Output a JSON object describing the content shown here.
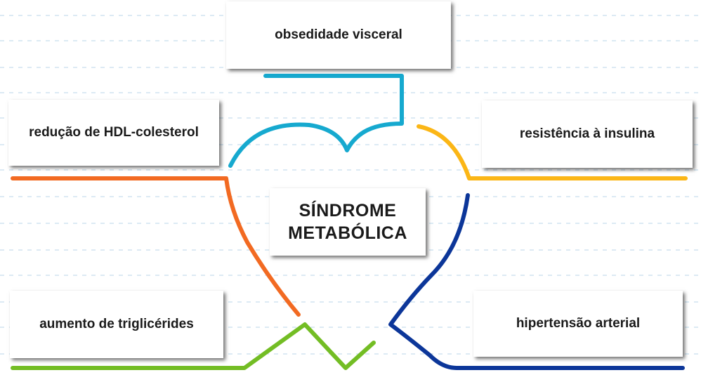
{
  "title_line1": "SÍNDROME",
  "title_line2": "METABÓLICA",
  "factors": {
    "top": "obsedidade visceral",
    "left_upper": "redução de HDL-colesterol",
    "right_upper": "resistência à insulina",
    "left_lower": "aumento de triglicérides",
    "right_lower": "hipertensão arterial"
  },
  "colors": {
    "top": "#16a9cf",
    "left_upper": "#f26a22",
    "right_upper": "#fbb616",
    "left_lower": "#73bd24",
    "right_lower": "#0c3699",
    "grid_line": "#b8d6ea"
  }
}
